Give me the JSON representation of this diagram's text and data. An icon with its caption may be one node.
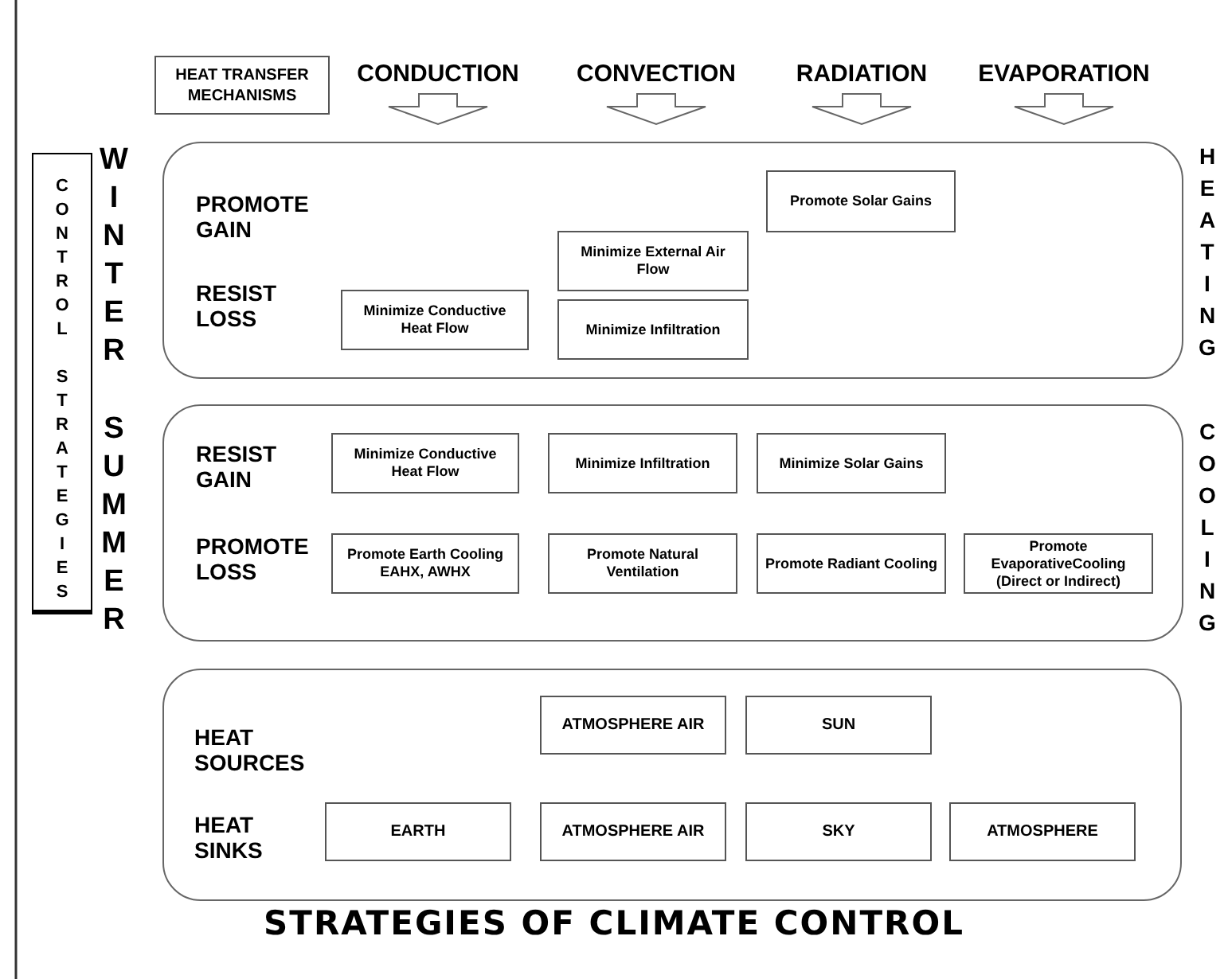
{
  "diagram": {
    "title": "STRATEGIES OF CLIMATE CONTROL",
    "nodes": [
      {
        "text": [
          "HEAT TRANSFER MECHANISMS"
        ]
      },
      {
        "text": [
          "CONTROL STRATEGIES"
        ]
      },
      {
        "text": [
          "WINTER",
          "PROMOTE GAIN",
          "RESIST LOSS"
        ],
        "beside": [
          "HEATING"
        ]
      },
      {
        "text": [
          "Promote Solar Gains"
        ],
        "in": 2
      },
      {
        "text": [
          "Minimize External Air Flow"
        ],
        "in": 2
      },
      {
        "text": [
          "Minimize Conductive Heat Flow"
        ],
        "in": 2
      },
      {
        "text": [
          "Minimize Infiltration"
        ],
        "in": 2
      },
      {
        "text": [
          "SUMMER",
          "RESIST GAIN",
          "PROMOTE LOSS"
        ],
        "beside": [
          "COOLING"
        ]
      },
      {
        "text": [
          "Minimize Conductive Heat Flow"
        ],
        "in": 7
      },
      {
        "text": [
          "Minimize Infiltration"
        ],
        "in": 7
      },
      {
        "text": [
          "Minimize Solar Gains"
        ],
        "in": 7
      },
      {
        "text": [
          "Promote Earth Cooling EAHX, AWHX"
        ],
        "in": 7
      },
      {
        "text": [
          "Promote Natural Ventilation"
        ],
        "in": 7
      },
      {
        "text": [
          "Promote Radiant Cooling"
        ],
        "in": 7
      },
      {
        "text": [
          "Promote EvaporativeCooling (Direct or Indirect)"
        ],
        "in": 7
      },
      {
        "text": [
          "HEAT SOURCES",
          "HEAT SINKS"
        ]
      },
      {
        "text": [
          "ATMOSPHERE AIR"
        ],
        "in": 15
      },
      {
        "text": [
          "SUN"
        ],
        "in": 15
      },
      {
        "text": [
          "EARTH"
        ],
        "in": 15
      },
      {
        "text": [
          "ATMOSPHERE AIR"
        ],
        "in": 15
      },
      {
        "text": [
          "SKY"
        ],
        "in": 15
      },
      {
        "text": [
          "ATMOSPHERE"
        ],
        "in": 15
      }
    ],
    "edges": [],
    "labels": [
      "CONDUCTION",
      "CONVECTION",
      "RADIATION",
      "EVAPORATION"
    ]
  }
}
